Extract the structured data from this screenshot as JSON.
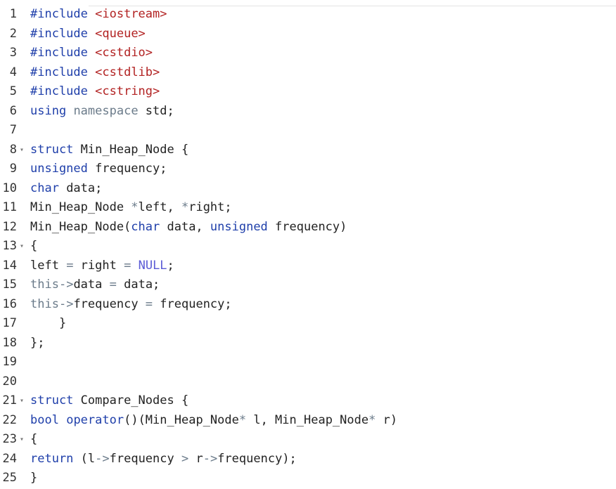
{
  "editor": {
    "lines": [
      {
        "num": "1",
        "fold": "",
        "indent": "",
        "tokens": [
          {
            "t": "#include",
            "c": "keyword"
          },
          {
            "t": " ",
            "c": "plain"
          },
          {
            "t": "<iostream>",
            "c": "string"
          }
        ]
      },
      {
        "num": "2",
        "fold": "",
        "indent": "",
        "tokens": [
          {
            "t": "#include",
            "c": "keyword"
          },
          {
            "t": " ",
            "c": "plain"
          },
          {
            "t": "<queue>",
            "c": "string"
          }
        ]
      },
      {
        "num": "3",
        "fold": "",
        "indent": "",
        "tokens": [
          {
            "t": "#include",
            "c": "keyword"
          },
          {
            "t": " ",
            "c": "plain"
          },
          {
            "t": "<cstdio>",
            "c": "string"
          }
        ]
      },
      {
        "num": "4",
        "fold": "",
        "indent": "",
        "tokens": [
          {
            "t": "#include",
            "c": "keyword"
          },
          {
            "t": " ",
            "c": "plain"
          },
          {
            "t": "<cstdlib>",
            "c": "string"
          }
        ]
      },
      {
        "num": "5",
        "fold": "",
        "indent": "",
        "tokens": [
          {
            "t": "#include",
            "c": "keyword"
          },
          {
            "t": " ",
            "c": "plain"
          },
          {
            "t": "<cstring>",
            "c": "string"
          }
        ]
      },
      {
        "num": "6",
        "fold": "",
        "indent": "",
        "tokens": [
          {
            "t": "using",
            "c": "keyword"
          },
          {
            "t": " ",
            "c": "plain"
          },
          {
            "t": "namespace",
            "c": "muted"
          },
          {
            "t": " std;",
            "c": "plain"
          }
        ]
      },
      {
        "num": "7",
        "fold": "",
        "indent": "",
        "tokens": []
      },
      {
        "num": "8",
        "fold": "▾",
        "indent": "",
        "tokens": [
          {
            "t": "struct",
            "c": "keyword"
          },
          {
            "t": " Min_Heap_Node {",
            "c": "plain"
          }
        ]
      },
      {
        "num": "9",
        "fold": "",
        "indent": "",
        "tokens": [
          {
            "t": "unsigned",
            "c": "keyword"
          },
          {
            "t": " frequency;",
            "c": "plain"
          }
        ]
      },
      {
        "num": "10",
        "fold": "",
        "indent": "",
        "tokens": [
          {
            "t": "char",
            "c": "keyword"
          },
          {
            "t": " data;",
            "c": "plain"
          }
        ]
      },
      {
        "num": "11",
        "fold": "",
        "indent": "",
        "tokens": [
          {
            "t": "Min_Heap_Node ",
            "c": "plain"
          },
          {
            "t": "*",
            "c": "operator"
          },
          {
            "t": "left, ",
            "c": "plain"
          },
          {
            "t": "*",
            "c": "operator"
          },
          {
            "t": "right;",
            "c": "plain"
          }
        ]
      },
      {
        "num": "12",
        "fold": "",
        "indent": "",
        "tokens": [
          {
            "t": "Min_Heap_Node(",
            "c": "plain"
          },
          {
            "t": "char",
            "c": "keyword"
          },
          {
            "t": " data, ",
            "c": "plain"
          },
          {
            "t": "unsigned",
            "c": "keyword"
          },
          {
            "t": " frequency)",
            "c": "plain"
          }
        ]
      },
      {
        "num": "13",
        "fold": "▾",
        "indent": "",
        "tokens": [
          {
            "t": "{",
            "c": "plain"
          }
        ]
      },
      {
        "num": "14",
        "fold": "",
        "indent": "",
        "tokens": [
          {
            "t": "left ",
            "c": "plain"
          },
          {
            "t": "=",
            "c": "operator"
          },
          {
            "t": " right ",
            "c": "plain"
          },
          {
            "t": "=",
            "c": "operator"
          },
          {
            "t": " ",
            "c": "plain"
          },
          {
            "t": "NULL",
            "c": "const"
          },
          {
            "t": ";",
            "c": "plain"
          }
        ]
      },
      {
        "num": "15",
        "fold": "",
        "indent": "",
        "tokens": [
          {
            "t": "this",
            "c": "muted"
          },
          {
            "t": "->",
            "c": "operator"
          },
          {
            "t": "data ",
            "c": "plain"
          },
          {
            "t": "=",
            "c": "operator"
          },
          {
            "t": " data;",
            "c": "plain"
          }
        ]
      },
      {
        "num": "16",
        "fold": "",
        "indent": "",
        "tokens": [
          {
            "t": "this",
            "c": "muted"
          },
          {
            "t": "->",
            "c": "operator"
          },
          {
            "t": "frequency ",
            "c": "plain"
          },
          {
            "t": "=",
            "c": "operator"
          },
          {
            "t": " frequency;",
            "c": "plain"
          }
        ]
      },
      {
        "num": "17",
        "fold": "",
        "indent": "    ",
        "tokens": [
          {
            "t": "}",
            "c": "plain"
          }
        ]
      },
      {
        "num": "18",
        "fold": "",
        "indent": "",
        "tokens": [
          {
            "t": "};",
            "c": "plain"
          }
        ]
      },
      {
        "num": "19",
        "fold": "",
        "indent": "",
        "tokens": []
      },
      {
        "num": "20",
        "fold": "",
        "indent": "",
        "tokens": []
      },
      {
        "num": "21",
        "fold": "▾",
        "indent": "",
        "tokens": [
          {
            "t": "struct",
            "c": "keyword"
          },
          {
            "t": " Compare_Nodes {",
            "c": "plain"
          }
        ]
      },
      {
        "num": "22",
        "fold": "",
        "indent": "",
        "tokens": [
          {
            "t": "bool",
            "c": "keyword"
          },
          {
            "t": " ",
            "c": "plain"
          },
          {
            "t": "operator",
            "c": "keyword"
          },
          {
            "t": "()(Min_Heap_Node",
            "c": "plain"
          },
          {
            "t": "*",
            "c": "operator"
          },
          {
            "t": " l, Min_Heap_Node",
            "c": "plain"
          },
          {
            "t": "*",
            "c": "operator"
          },
          {
            "t": " r)",
            "c": "plain"
          }
        ]
      },
      {
        "num": "23",
        "fold": "▾",
        "indent": "",
        "tokens": [
          {
            "t": "{",
            "c": "plain"
          }
        ]
      },
      {
        "num": "24",
        "fold": "",
        "indent": "",
        "tokens": [
          {
            "t": "return",
            "c": "keyword"
          },
          {
            "t": " (l",
            "c": "plain"
          },
          {
            "t": "->",
            "c": "operator"
          },
          {
            "t": "frequency ",
            "c": "plain"
          },
          {
            "t": ">",
            "c": "operator"
          },
          {
            "t": " r",
            "c": "plain"
          },
          {
            "t": "->",
            "c": "operator"
          },
          {
            "t": "frequency);",
            "c": "plain"
          }
        ]
      },
      {
        "num": "25",
        "fold": "",
        "indent": "",
        "tokens": [
          {
            "t": "}",
            "c": "plain"
          }
        ]
      }
    ]
  }
}
